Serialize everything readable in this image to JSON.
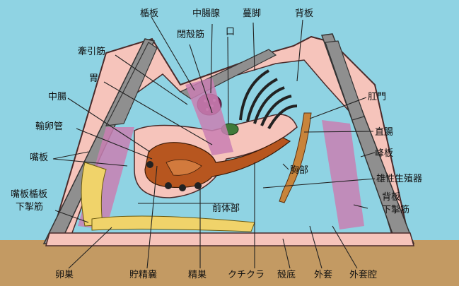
{
  "labels": {
    "seitaiban": "楯板",
    "chuchosen": "中腸腺",
    "manto": "蔓脚",
    "haiban": "背板",
    "heikakukin": "閉殻筋",
    "kuchi": "口",
    "kenin": "牽引筋",
    "i": "胃",
    "komon": "肛門",
    "chucho": "中腸",
    "yurankan": "輸卵管",
    "chokucho": "直腸",
    "shiban": "嘴板",
    "hoban": "峰板",
    "kyobu": "胸部",
    "yusei": "雄性生殖器",
    "shiban_seitaiban": "嘴板楯板",
    "kakinkin": "下掣筋",
    "haiban2": "背板",
    "kakinkin2": "下掣筋",
    "zentaibu": "前体部",
    "ransou": "卵巣",
    "choseinou": "貯精嚢",
    "seisou": "精巣",
    "kuchikura": "クチクラ",
    "kakutei": "殻底",
    "gaito": "外套",
    "gaitokou": "外套腔"
  },
  "colors": {
    "water": "#8fd3e3",
    "ground": "#c39a63",
    "shell": "#f6c4bb",
    "plate": "#8f8f8f",
    "mantle_cavity": "#8fd3e3",
    "gut": "#b7561f",
    "muscle": "#c97fb3",
    "ovary": "#f0d36a"
  }
}
